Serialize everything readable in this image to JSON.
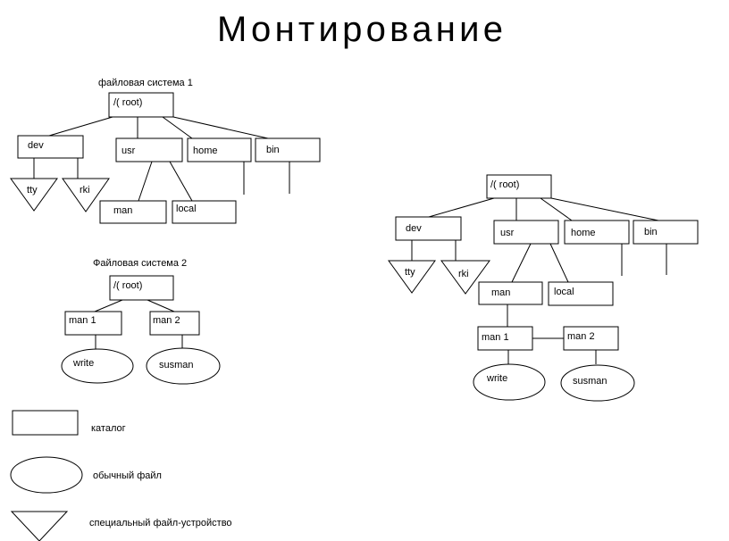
{
  "title": "Монтирование",
  "fs1": {
    "caption": "файловая система 1",
    "root": "/( root)",
    "dev": "dev",
    "usr": "usr",
    "home": "home",
    "bin": "bin",
    "tty": "tty",
    "rki": "rki",
    "man": "man",
    "local": "local"
  },
  "fs2": {
    "caption": "Файловая система 2",
    "root": "/( root)",
    "man1": "man 1",
    "man2": "man 2",
    "write": "write",
    "susman": "susman"
  },
  "mounted": {
    "root": "/( root)",
    "dev": "dev",
    "usr": "usr",
    "home": "home",
    "bin": "bin",
    "tty": "tty",
    "rki": "rki",
    "man": "man",
    "local": "local",
    "man1": "man 1",
    "man2": "man 2",
    "write": "write",
    "susman": "susman"
  },
  "legend": {
    "directory": "каталог",
    "regular_file": "обычный файл",
    "device_file": "специальный файл-устройство"
  }
}
